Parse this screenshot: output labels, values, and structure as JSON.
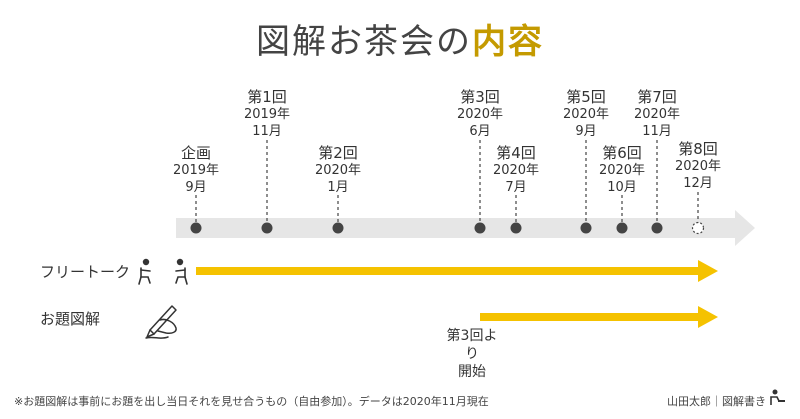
{
  "title": {
    "main": "図解お茶会の",
    "accent": "内容"
  },
  "milestones": [
    {
      "name": "企画",
      "year": "2019年",
      "month": "9月"
    },
    {
      "name": "第1回",
      "year": "2019年",
      "month": "11月"
    },
    {
      "name": "第2回",
      "year": "2020年",
      "month": "1月"
    },
    {
      "name": "第3回",
      "year": "2020年",
      "month": "6月"
    },
    {
      "name": "第4回",
      "year": "2020年",
      "month": "7月"
    },
    {
      "name": "第5回",
      "year": "2020年",
      "month": "9月"
    },
    {
      "name": "第6回",
      "year": "2020年",
      "month": "10月"
    },
    {
      "name": "第7回",
      "year": "2020年",
      "month": "11月"
    },
    {
      "name": "第8回",
      "year": "2020年",
      "month": "12月",
      "future": true
    }
  ],
  "tracks": [
    {
      "label": "フリートーク",
      "icon": "two-people-talking-icon"
    },
    {
      "label": "お題図解",
      "icon": "hand-writing-icon"
    }
  ],
  "note": {
    "line1": "第3回より",
    "line2": "開始"
  },
  "footnote": "※お題図解は事前にお題を出し当日それを見せ合うもの（自由参加）。データは2020年11月現在",
  "credit": "山田太郎｜図解書き",
  "colors": {
    "accent": "#c49a00",
    "arrow": "#f5c200",
    "timeline": "#e6e6e6",
    "dot": "#444444"
  }
}
